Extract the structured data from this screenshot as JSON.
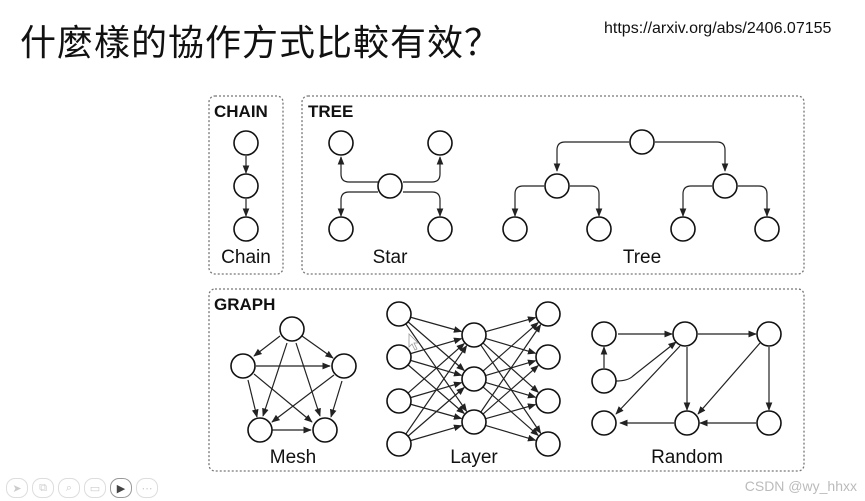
{
  "slide": {
    "title": "什麼樣的協作方式比較有效？",
    "url": "https://arxiv.org/abs/2406.07155"
  },
  "diagram": {
    "sections": {
      "chain": "CHAIN",
      "tree": "TREE",
      "graph": "GRAPH"
    },
    "labels": {
      "chain": "Chain",
      "star": "Star",
      "tree": "Tree",
      "mesh": "Mesh",
      "layer": "Layer",
      "random": "Random"
    }
  },
  "toolbar": {
    "icons": [
      "cursor-icon",
      "copy-icon",
      "zoom-icon",
      "present-icon",
      "video-icon",
      "more-icon"
    ]
  },
  "watermark": "CSDN @wy_hhxx"
}
